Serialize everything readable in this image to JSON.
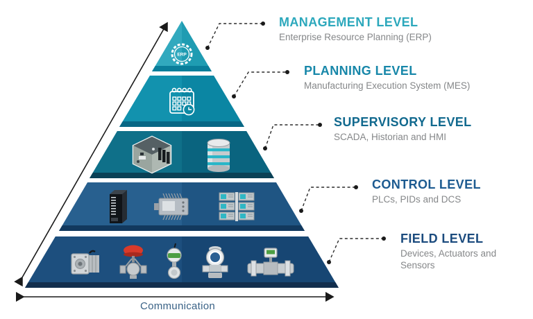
{
  "pyramid": {
    "levels": [
      {
        "name": "management",
        "label": "MANAGEMENT LEVEL",
        "sublabel": "Enterprise Resource Planning (ERP)",
        "label_color": "#2ca8bc",
        "fill_left": "#31a9be",
        "fill_right": "#1f9cb2",
        "base_color": "#0a7e9a",
        "icons": [
          "gear-erp-icon"
        ],
        "icon_text": "ERP"
      },
      {
        "name": "planning",
        "label": "PLANNING LEVEL",
        "sublabel": "Manufacturing Execution System (MES)",
        "label_color": "#1787a9",
        "fill_left": "#1292ae",
        "fill_right": "#0b86a3",
        "base_color": "#086785",
        "icons": [
          "calendar-clock-icon"
        ]
      },
      {
        "name": "supervisory",
        "label": "SUPERVISORY LEVEL",
        "sublabel": "SCADA, Historian and HMI",
        "label_color": "#11698e",
        "fill_left": "#0f7089",
        "fill_right": "#0a647f",
        "base_color": "#0a4156",
        "icons": [
          "control-room-icon",
          "database-icon"
        ]
      },
      {
        "name": "control",
        "label": "CONTROL LEVEL",
        "sublabel": "PLCs, PIDs and DCS",
        "label_color": "#1d5b91",
        "fill_left": "#28608f",
        "fill_right": "#1f5583",
        "base_color": "#12395e",
        "icons": [
          "server-tower-icon",
          "plc-module-icon",
          "io-rack-icon"
        ]
      },
      {
        "name": "field",
        "label": "FIELD LEVEL",
        "sublabel": "Devices, Actuators and Sensors",
        "label_color": "#1b4b7e",
        "fill_left": "#1d4f7e",
        "fill_right": "#174673",
        "base_color": "#122e4d",
        "icons": [
          "servo-motor-icon",
          "control-valve-icon",
          "wireless-transmitter-icon",
          "pressure-transmitter-icon",
          "flow-meter-icon"
        ]
      }
    ]
  },
  "communication": {
    "label": "Communication",
    "color": "#3a6286"
  },
  "connector_color": "#2a2a2a",
  "arrow_color": "#1a1a1a",
  "subtitle_color": "#858789"
}
